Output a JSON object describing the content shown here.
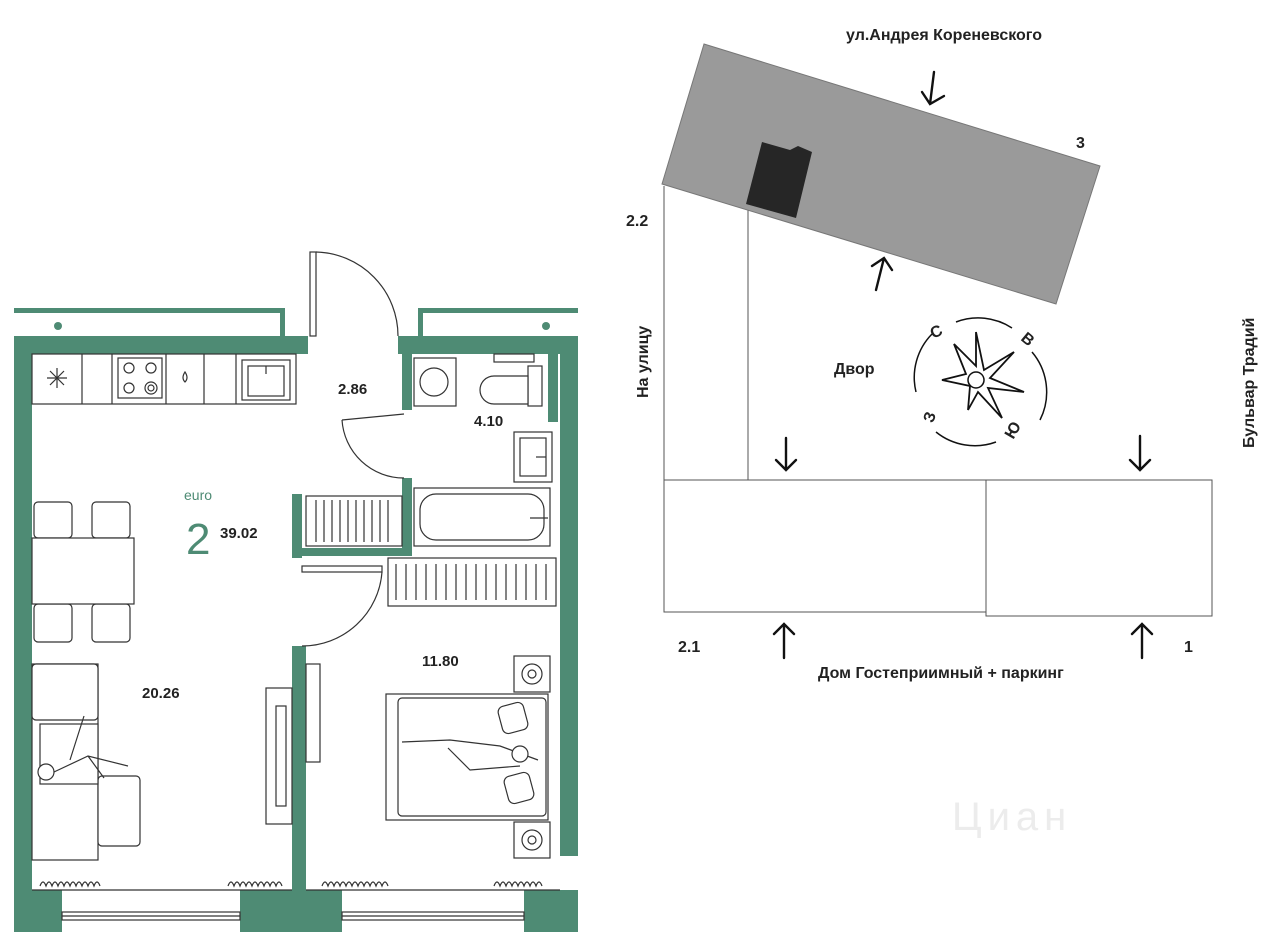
{
  "plan": {
    "type_label": "euro",
    "rooms_count": "2",
    "total_area": "39.02",
    "areas": {
      "hall": "2.86",
      "bathroom": "4.10",
      "living": "20.26",
      "bedroom": "11.80"
    },
    "wall_color": "#4e8b74"
  },
  "site": {
    "street_top": "ул.Андрея Кореневского",
    "street_left": "На улицу",
    "street_right": "Бульвар Традий",
    "yard": "Двор",
    "bottom_label": "Дом Гостеприимный + паркинг",
    "section_labels": {
      "s3": "3",
      "s22": "2.2",
      "s21": "2.1",
      "s1": "1"
    },
    "compass": {
      "north": "С",
      "east": "В",
      "south": "Ю",
      "west": "З"
    },
    "building_color": "#9a9a9a",
    "accent_color": "#262626"
  },
  "watermark": "Циан"
}
